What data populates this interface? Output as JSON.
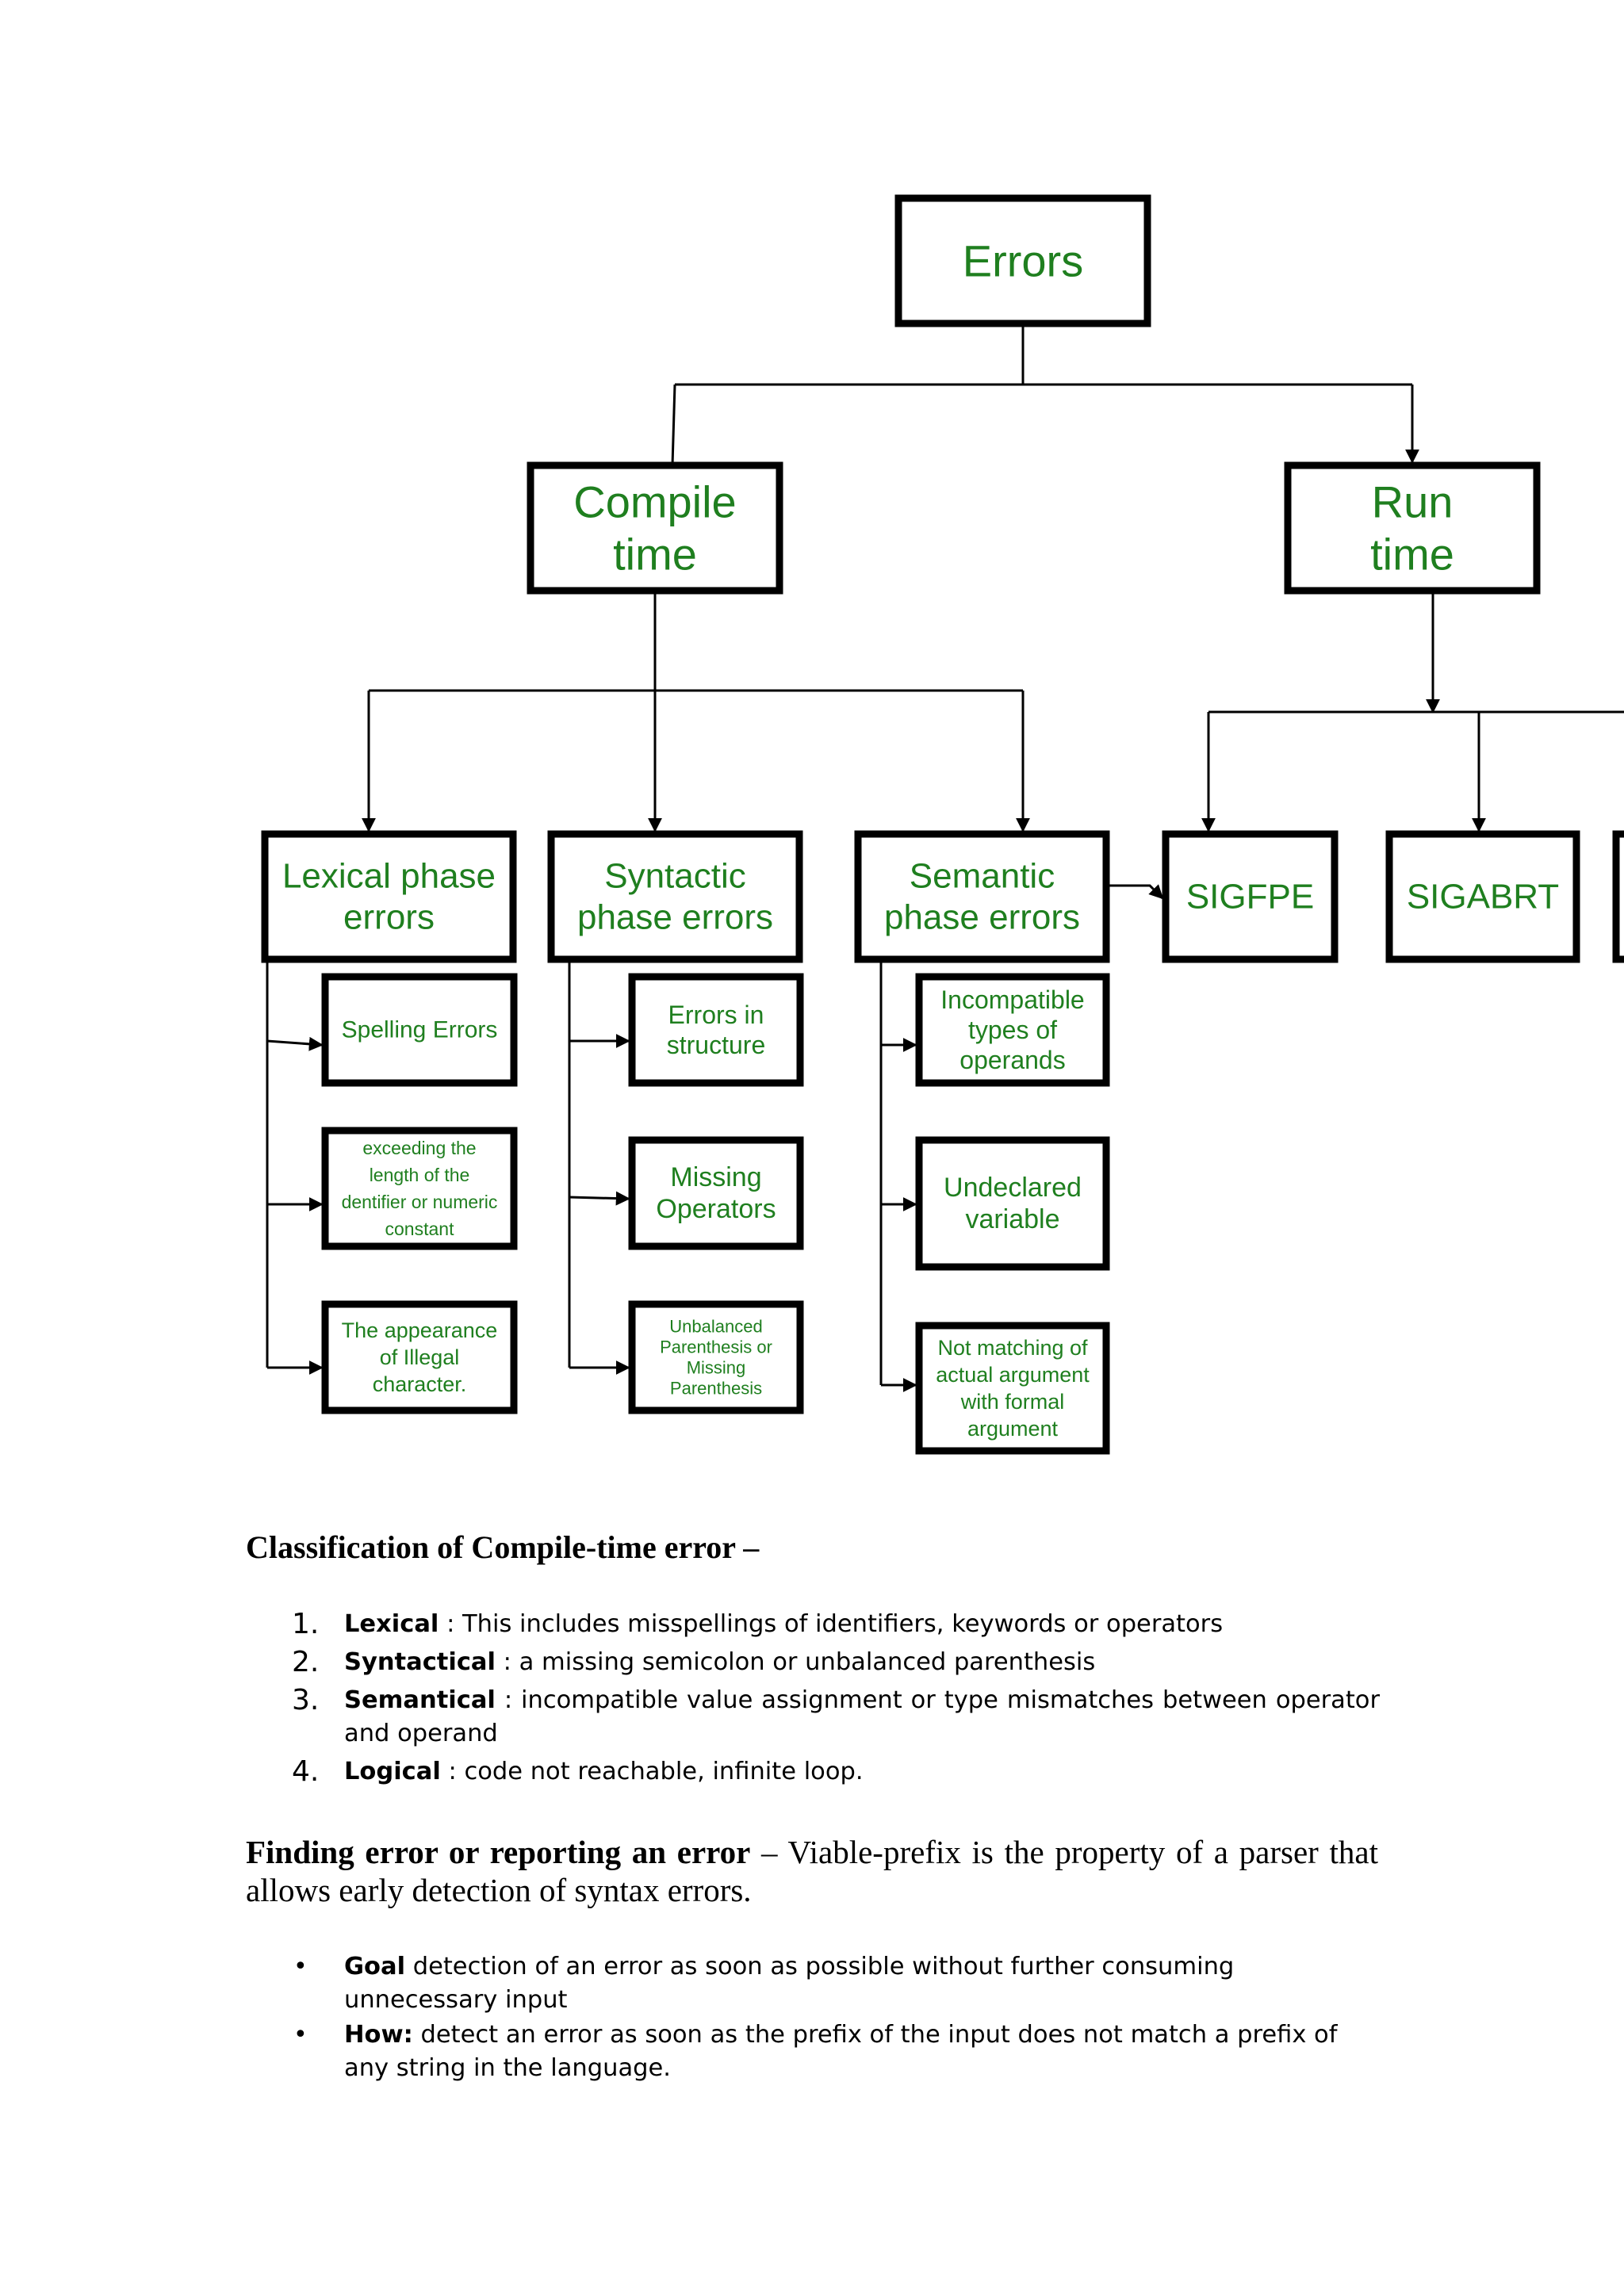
{
  "diagram": {
    "nodes": {
      "errors": [
        "Errors"
      ],
      "compile_time": [
        "Compile",
        "time"
      ],
      "run_time": [
        "Run",
        "time"
      ],
      "lexical": [
        "Lexical phase",
        "errors"
      ],
      "syntactic": [
        "Syntactic",
        "phase errors"
      ],
      "semantic": [
        "Semantic",
        "phase errors"
      ],
      "sigfpe": [
        "SIGFPE"
      ],
      "sigabrt": [
        "SIGABRT"
      ],
      "spelling": [
        "Spelling Errors"
      ],
      "exceeding": [
        "exceeding the",
        "length of the",
        "dentifier or numeric",
        "constant"
      ],
      "illegal": [
        "The appearance",
        "of Illegal",
        "character."
      ],
      "structure": [
        "Errors in",
        "structure"
      ],
      "missing_ops": [
        "Missing",
        "Operators"
      ],
      "unbalanced": [
        "Unbalanced",
        "Parenthesis or",
        "Missing",
        "Parenthesis"
      ],
      "incompatible": [
        "Incompatible",
        "types of",
        "operands"
      ],
      "undeclared": [
        "Undeclared",
        "variable"
      ],
      "not_matching": [
        "Not matching of",
        "actual argument",
        "with formal",
        "argument"
      ]
    }
  },
  "classification": {
    "heading": "Classification of Compile-time error –",
    "items": [
      {
        "num": "1.",
        "term": "Lexical",
        "text": " : This includes misspellings of identifiers, keywords or operators"
      },
      {
        "num": "2.",
        "term": "Syntactical",
        "text": " : a missing semicolon or unbalanced parenthesis"
      },
      {
        "num": "3.",
        "term": "Semantical",
        "text": " : incompatible value assignment or type mismatches between operator and operand"
      },
      {
        "num": "4.",
        "term": "Logical",
        "text": " : code not reachable, infinite loop."
      }
    ]
  },
  "finding": {
    "term": "Finding error or reporting an error",
    "text": " – Viable-prefix is the property of a parser that allows early detection of syntax errors.",
    "bullets": [
      {
        "term": "Goal",
        "text": " detection of an error as soon as possible without further consuming unnecessary input"
      },
      {
        "term": "How:",
        "text": " detect an error as soon as the prefix of the input does not match a prefix of any string in the language."
      }
    ]
  }
}
